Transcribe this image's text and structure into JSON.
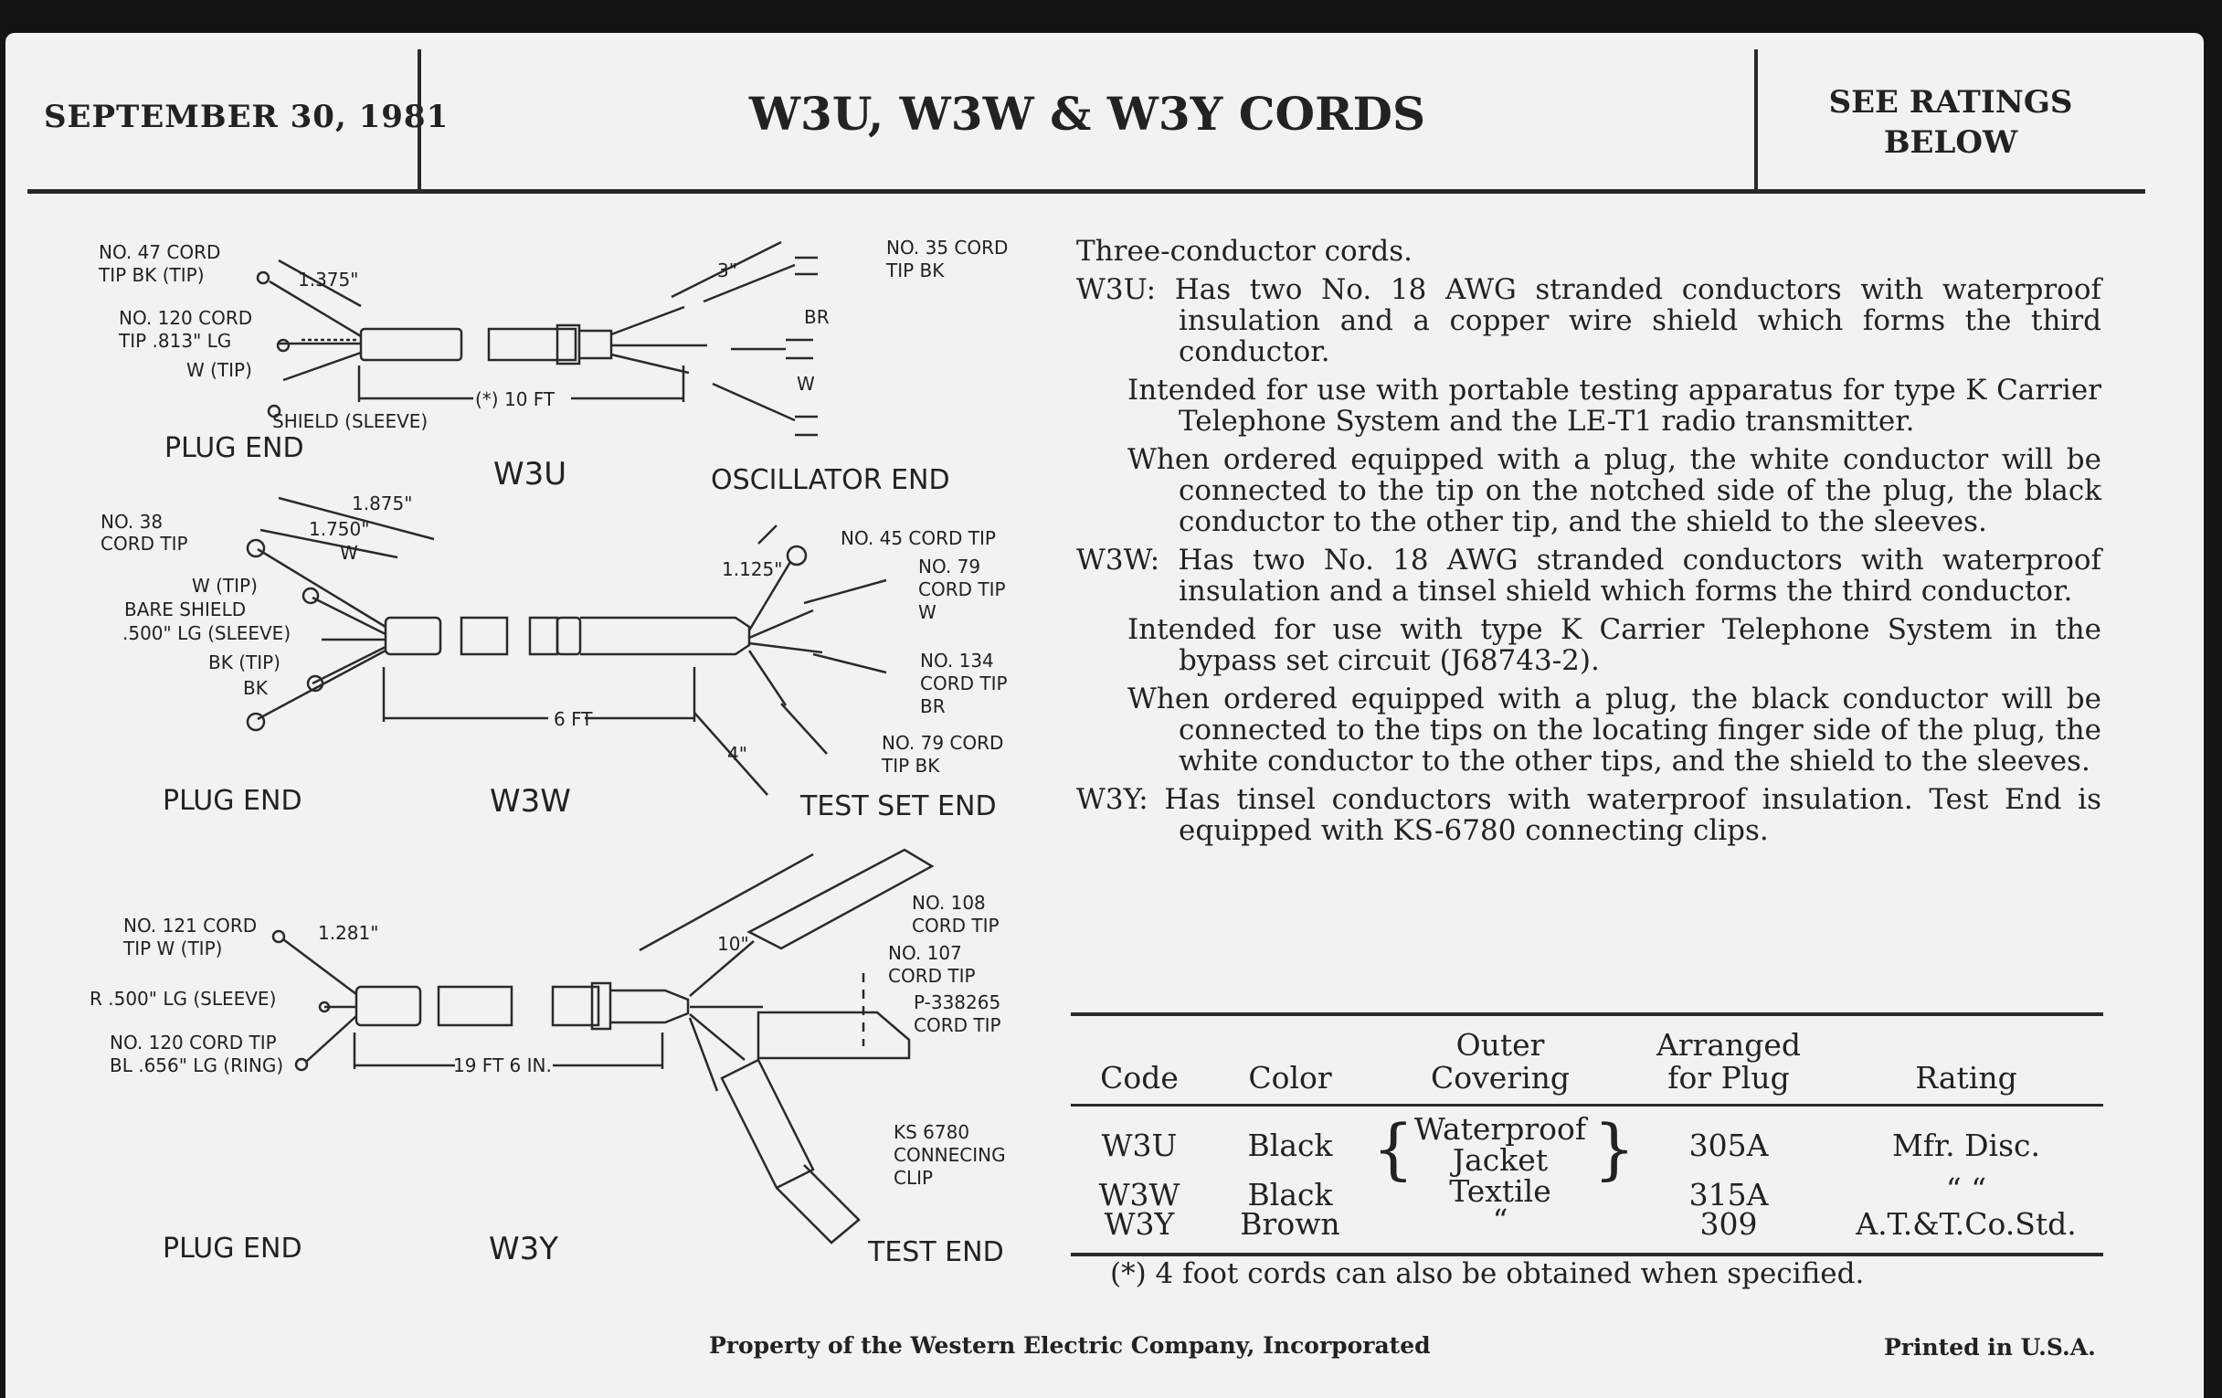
{
  "header": {
    "date": "SEPTEMBER 30, 1981",
    "title": "W3U, W3W & W3Y CORDS",
    "ratings_line1": "SEE RATINGS",
    "ratings_line2": "BELOW"
  },
  "intro": "Three-conductor cords.",
  "cords": [
    {
      "code": "W3U:",
      "description": "Has two No. 18 AWG stranded conductors with waterproof insulation and a copper wire shield which forms the third conductor.",
      "notes": [
        "Intended for use with portable testing apparatus for type K Carrier Telephone System and the LE-T1 radio transmitter.",
        "When ordered equipped with a plug, the white conductor will be connected to the tip on the notched side of the plug, the black conductor to the other tip, and the shield to the sleeves."
      ]
    },
    {
      "code": "W3W:",
      "description": "Has two No. 18 AWG stranded conductors with waterproof insulation and a tinsel shield which forms the third conductor.",
      "notes": [
        "Intended for use with type K Carrier Telephone System in the bypass set circuit (J68743-2).",
        "When ordered equipped with a plug, the black conductor will be connected to the tips on the locating finger side of the plug, the white conductor to the other tips, and the shield to the sleeves."
      ]
    },
    {
      "code": "W3Y:",
      "description": "Has tinsel conductors with waterproof insulation. Test End is equipped with KS-6780 connecting clips.",
      "notes": []
    }
  ],
  "table": {
    "headers": {
      "code": "Code",
      "color": "Color",
      "outer1": "Outer",
      "outer2": "Covering",
      "arranged1": "Arranged",
      "arranged2": "for Plug",
      "rating": "Rating"
    },
    "brace_left": "{",
    "brace_right": "}",
    "rows": [
      {
        "code": "W3U",
        "color": "Black",
        "covering1": "Waterproof",
        "covering2": "Jacket",
        "plug": "305A",
        "rating": "Mfr. Disc."
      },
      {
        "code": "W3W",
        "color": "Black",
        "covering": "Textile",
        "plug": "315A",
        "rating": "“ “"
      },
      {
        "code": "W3Y",
        "color": "Brown",
        "covering": "“",
        "plug": "309",
        "rating": "A.T.&T.Co.Std."
      }
    ],
    "footnote": "(*) 4 foot cords can also be obtained when specified."
  },
  "footer": {
    "property": "Property of the Western Electric Company, Incorporated",
    "printed": "Printed in U.S.A."
  },
  "diagram": {
    "w3u": {
      "code": "W3U",
      "plug_end": "PLUG END",
      "other_end": "OSCILLATOR END",
      "labels": {
        "cord47_a": "NO. 47 CORD",
        "cord47_b": "TIP BK (TIP)",
        "dim_1375": "1.375\"",
        "cord120_a": "NO. 120 CORD",
        "cord120_b": "TIP .813\" LG",
        "w_tip": "W (TIP)",
        "shield": "SHIELD (SLEEVE)",
        "length": "(*) 10 FT",
        "dim_3": "3\"",
        "cord35_a": "NO. 35 CORD",
        "cord35_b": "TIP BK",
        "br": "BR",
        "w": "W"
      }
    },
    "w3w": {
      "code": "W3W",
      "plug_end": "PLUG END",
      "other_end": "TEST SET END",
      "labels": {
        "dim_1875": "1.875\"",
        "dim_1750": "1.750\"",
        "w": "W",
        "cord38_a": "NO. 38",
        "cord38_b": "CORD TIP",
        "w_tip": "W (TIP)",
        "bare_a": "BARE SHIELD",
        "bare_b": ".500\" LG (SLEEVE)",
        "bk_tip": "BK (TIP)",
        "bk": "BK",
        "length": "6 FT",
        "dim_1125": "1.125\"",
        "cord45": "NO. 45 CORD TIP",
        "cord79w_a": "NO. 79",
        "cord79w_b": "CORD TIP",
        "cord79w_c": "W",
        "cord134_a": "NO. 134",
        "cord134_b": "CORD TIP",
        "cord134_c": "BR",
        "dim_4": "4\"",
        "cord79bk_a": "NO. 79 CORD",
        "cord79bk_b": "TIP BK"
      }
    },
    "w3y": {
      "code": "W3Y",
      "plug_end": "PLUG END",
      "other_end": "TEST END",
      "labels": {
        "cord121_a": "NO. 121 CORD",
        "cord121_b": "TIP W (TIP)",
        "dim_1281": "1.281\"",
        "r500": "R .500\" LG (SLEEVE)",
        "cord120_a": "NO. 120 CORD TIP",
        "cord120_b": "BL .656\" LG (RING)",
        "length": "19 FT 6 IN.",
        "dim_10": "10\"",
        "cord108_a": "NO. 108",
        "cord108_b": "CORD TIP",
        "cord107_a": "NO. 107",
        "cord107_b": "CORD TIP",
        "p338265_a": "P-338265",
        "p338265_b": "CORD TIP",
        "ks_a": "KS 6780",
        "ks_b": "CONNECING",
        "ks_c": "CLIP"
      }
    }
  }
}
